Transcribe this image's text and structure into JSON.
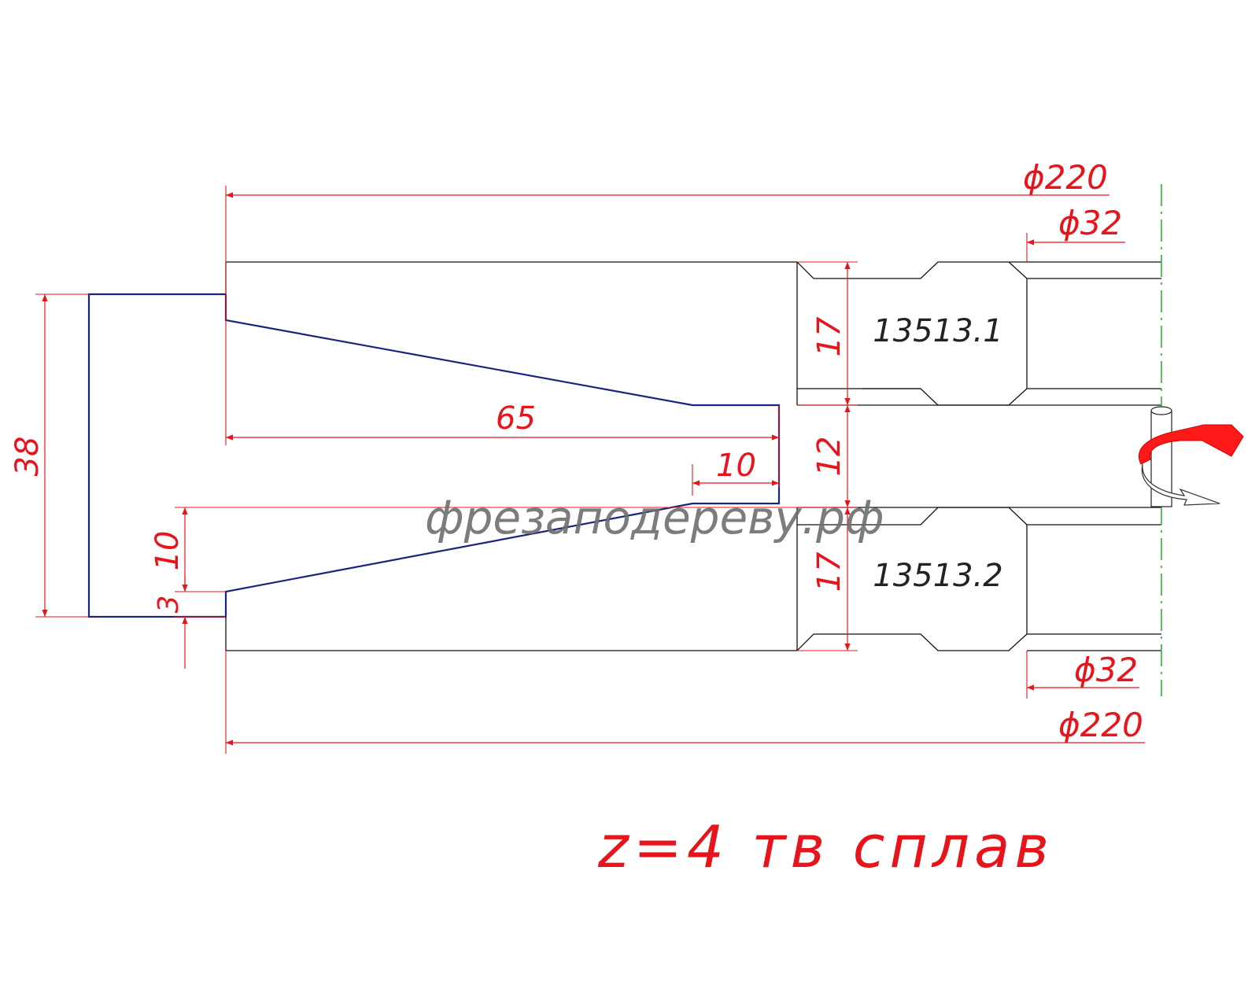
{
  "colors": {
    "dimension": "#e8141b",
    "profile": "#1a237e",
    "outline": "#111111",
    "centerline": "#2fb52f",
    "watermark": "#6e6e6e"
  },
  "dimensions": {
    "dia_top": "ϕ220",
    "dia_bottom": "ϕ220",
    "bore_top": "ϕ32",
    "bore_bottom": "ϕ32",
    "length": "65",
    "height": "38",
    "groove": "12",
    "knife_top": "17",
    "knife_bottom": "17",
    "tip_width": "10",
    "bevel": "10",
    "step": "3"
  },
  "parts": {
    "upper": "13513.1",
    "lower": "13513.2"
  },
  "note": "z=4 тв сплав",
  "watermark": "фрезаподереву.рф",
  "icons": {
    "rotation": "rotation-arrow-icon"
  }
}
